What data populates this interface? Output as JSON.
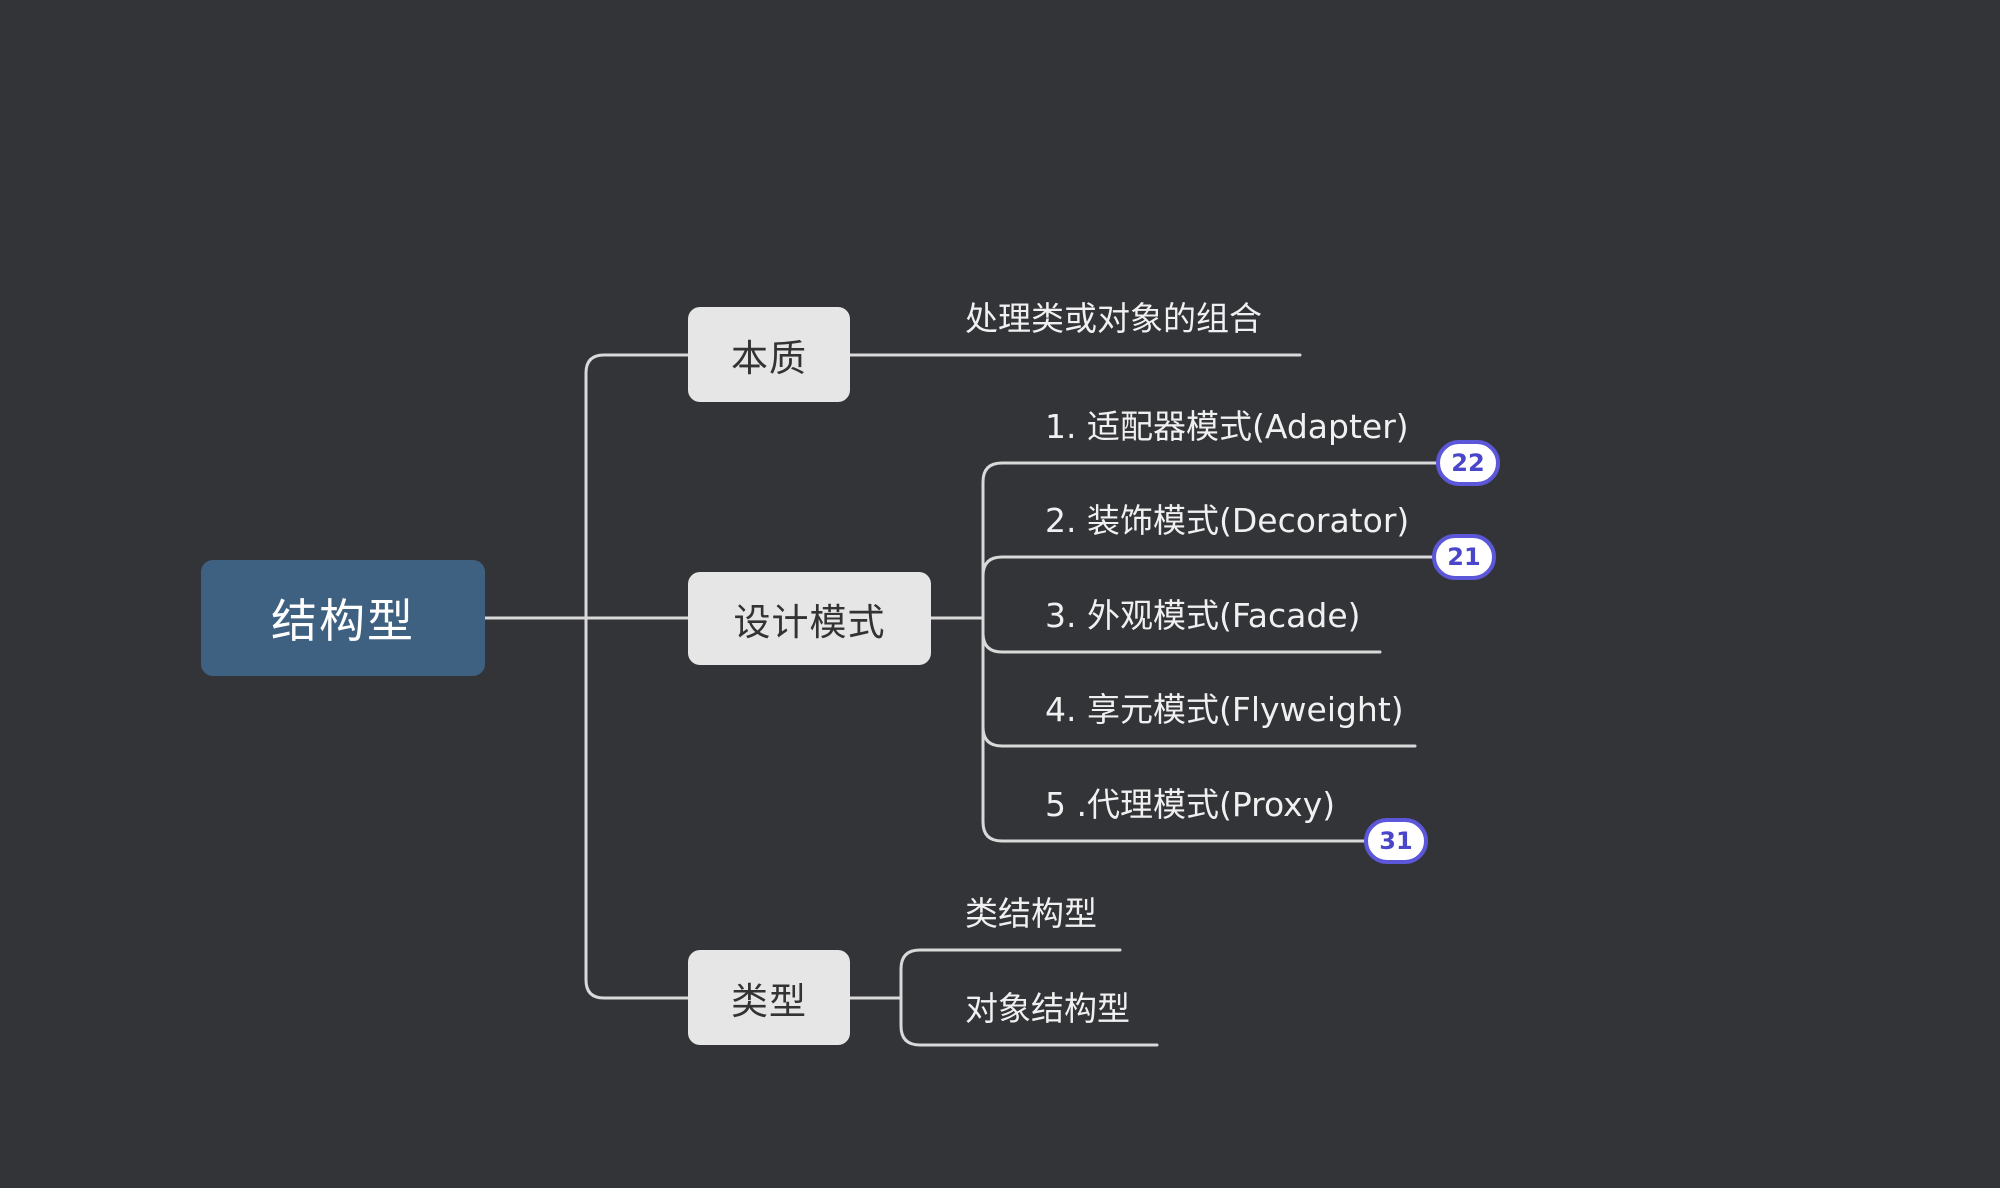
{
  "root": {
    "label": "结构型"
  },
  "branches": [
    {
      "label": "本质",
      "children": [
        {
          "label": "处理类或对象的组合"
        }
      ]
    },
    {
      "label": "设计模式",
      "children": [
        {
          "label": "1. 适配器模式(Adapter)",
          "badge": "22"
        },
        {
          "label": "2. 装饰模式(Decorator)",
          "badge": "21"
        },
        {
          "label": "3. 外观模式(Facade)"
        },
        {
          "label": "4. 享元模式(Flyweight)"
        },
        {
          "label": "5 .代理模式(Proxy)",
          "badge": "31"
        }
      ]
    },
    {
      "label": "类型",
      "children": [
        {
          "label": "类结构型"
        },
        {
          "label": "对象结构型"
        }
      ]
    }
  ],
  "colors": {
    "background": "#333438",
    "root_fill": "#3f6181",
    "branch_fill": "#e6e6e6",
    "connector": "#d9d9d9",
    "badge_border": "#5b57d8"
  }
}
